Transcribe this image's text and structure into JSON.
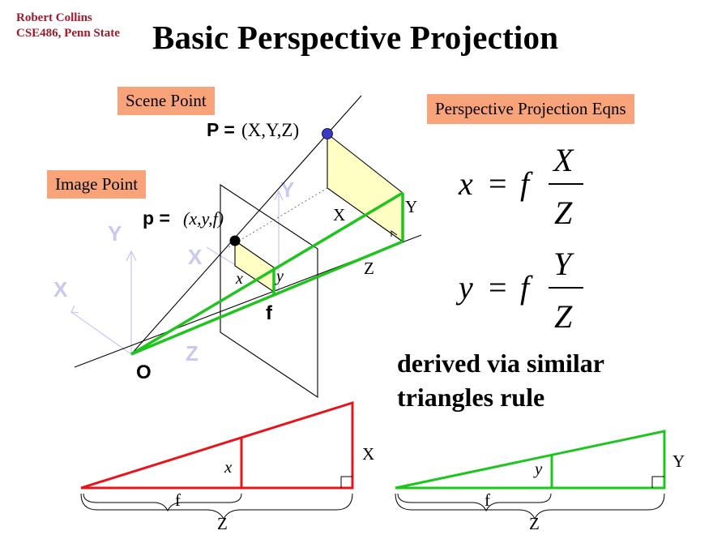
{
  "header": {
    "author": "Robert Collins",
    "course": "CSE486, Penn State",
    "title": "Basic Perspective Projection"
  },
  "callouts": {
    "scene_point": "Scene Point",
    "image_point": "Image Point",
    "equations": "Perspective Projection Eqns"
  },
  "diagram": {
    "P_prefix": "P =",
    "P_coords": "(X,Y,Z)",
    "p_prefix": "p =",
    "p_coords": "(x,y,f)",
    "origin": "O",
    "f_label": "f",
    "axis_y": "Y",
    "axis_x": "X",
    "axis_z": "Z",
    "big_x": "X",
    "big_y": "Y",
    "big_z": "Z",
    "small_x": "x",
    "small_y": "y"
  },
  "equations": {
    "eq1_lhs": "x",
    "eq1_f": "f",
    "eq1_num": "X",
    "eq1_den": "Z",
    "eq2_lhs": "y",
    "eq2_f": "f",
    "eq2_num": "Y",
    "eq2_den": "Z",
    "equals": "="
  },
  "derivation": {
    "line1": "derived via similar",
    "line2": "triangles rule"
  },
  "triangles": {
    "red": {
      "inner": "x",
      "outer": "X",
      "base_small": "f",
      "base_large": "Z",
      "color": "#e8141b"
    },
    "green": {
      "inner": "y",
      "outer": "Y",
      "base_small": "f",
      "base_large": "Z",
      "color": "#1fc41f"
    }
  },
  "colors": {
    "accent_label_bg": "#f9a37b",
    "author": "#9b1c2c",
    "ray_green": "#1fc41f",
    "point_blue": "#3a3ac8",
    "plane_fill": "#ffffc4",
    "axis_light": "#c9c9ee"
  }
}
